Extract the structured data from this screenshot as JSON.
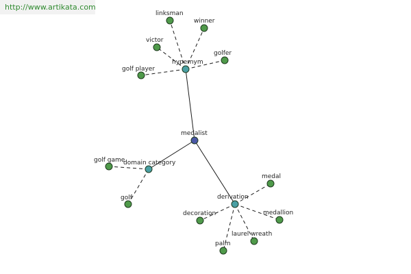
{
  "watermark": {
    "text": "http://www.artikata.com"
  },
  "colors": {
    "center": "#4a57a6",
    "hub": "#4aa0a4",
    "leaf": "#4f9a4a",
    "watermark_text": "#2f8a2f",
    "watermark_bg": "#f2f2f2"
  },
  "graph": {
    "center": "medalist",
    "hubs": [
      "hypernym",
      "domain category",
      "derivation"
    ],
    "nodes": [
      {
        "id": "medalist",
        "label": "medalist",
        "kind": "center"
      },
      {
        "id": "hypernym",
        "label": "hypernym",
        "kind": "hub"
      },
      {
        "id": "domain_category",
        "label": "domain category",
        "kind": "hub"
      },
      {
        "id": "derivation",
        "label": "derivation",
        "kind": "hub"
      },
      {
        "id": "linksman",
        "label": "linksman",
        "kind": "leaf"
      },
      {
        "id": "winner",
        "label": "winner",
        "kind": "leaf"
      },
      {
        "id": "victor",
        "label": "victor",
        "kind": "leaf"
      },
      {
        "id": "golfer",
        "label": "golfer",
        "kind": "leaf"
      },
      {
        "id": "golf_player",
        "label": "golf player",
        "kind": "leaf"
      },
      {
        "id": "golf_game",
        "label": "golf game",
        "kind": "leaf"
      },
      {
        "id": "golf",
        "label": "golf",
        "kind": "leaf"
      },
      {
        "id": "medal",
        "label": "medal",
        "kind": "leaf"
      },
      {
        "id": "decoration",
        "label": "decoration",
        "kind": "leaf"
      },
      {
        "id": "medallion",
        "label": "medallion",
        "kind": "leaf"
      },
      {
        "id": "laurel_wreath",
        "label": "laurel wreath",
        "kind": "leaf"
      },
      {
        "id": "palm",
        "label": "palm",
        "kind": "leaf"
      }
    ],
    "edges": [
      {
        "from": "medalist",
        "to": "hypernym",
        "style": "solid"
      },
      {
        "from": "medalist",
        "to": "domain_category",
        "style": "solid"
      },
      {
        "from": "medalist",
        "to": "derivation",
        "style": "solid"
      },
      {
        "from": "hypernym",
        "to": "linksman",
        "style": "dashed"
      },
      {
        "from": "hypernym",
        "to": "winner",
        "style": "dashed"
      },
      {
        "from": "hypernym",
        "to": "victor",
        "style": "dashed"
      },
      {
        "from": "hypernym",
        "to": "golfer",
        "style": "dashed"
      },
      {
        "from": "hypernym",
        "to": "golf_player",
        "style": "dashed"
      },
      {
        "from": "domain_category",
        "to": "golf_game",
        "style": "dashed"
      },
      {
        "from": "domain_category",
        "to": "golf",
        "style": "dashed"
      },
      {
        "from": "derivation",
        "to": "medal",
        "style": "dashed"
      },
      {
        "from": "derivation",
        "to": "decoration",
        "style": "dashed"
      },
      {
        "from": "derivation",
        "to": "medallion",
        "style": "dashed"
      },
      {
        "from": "derivation",
        "to": "laurel_wreath",
        "style": "dashed"
      },
      {
        "from": "derivation",
        "to": "palm",
        "style": "dashed"
      }
    ]
  }
}
